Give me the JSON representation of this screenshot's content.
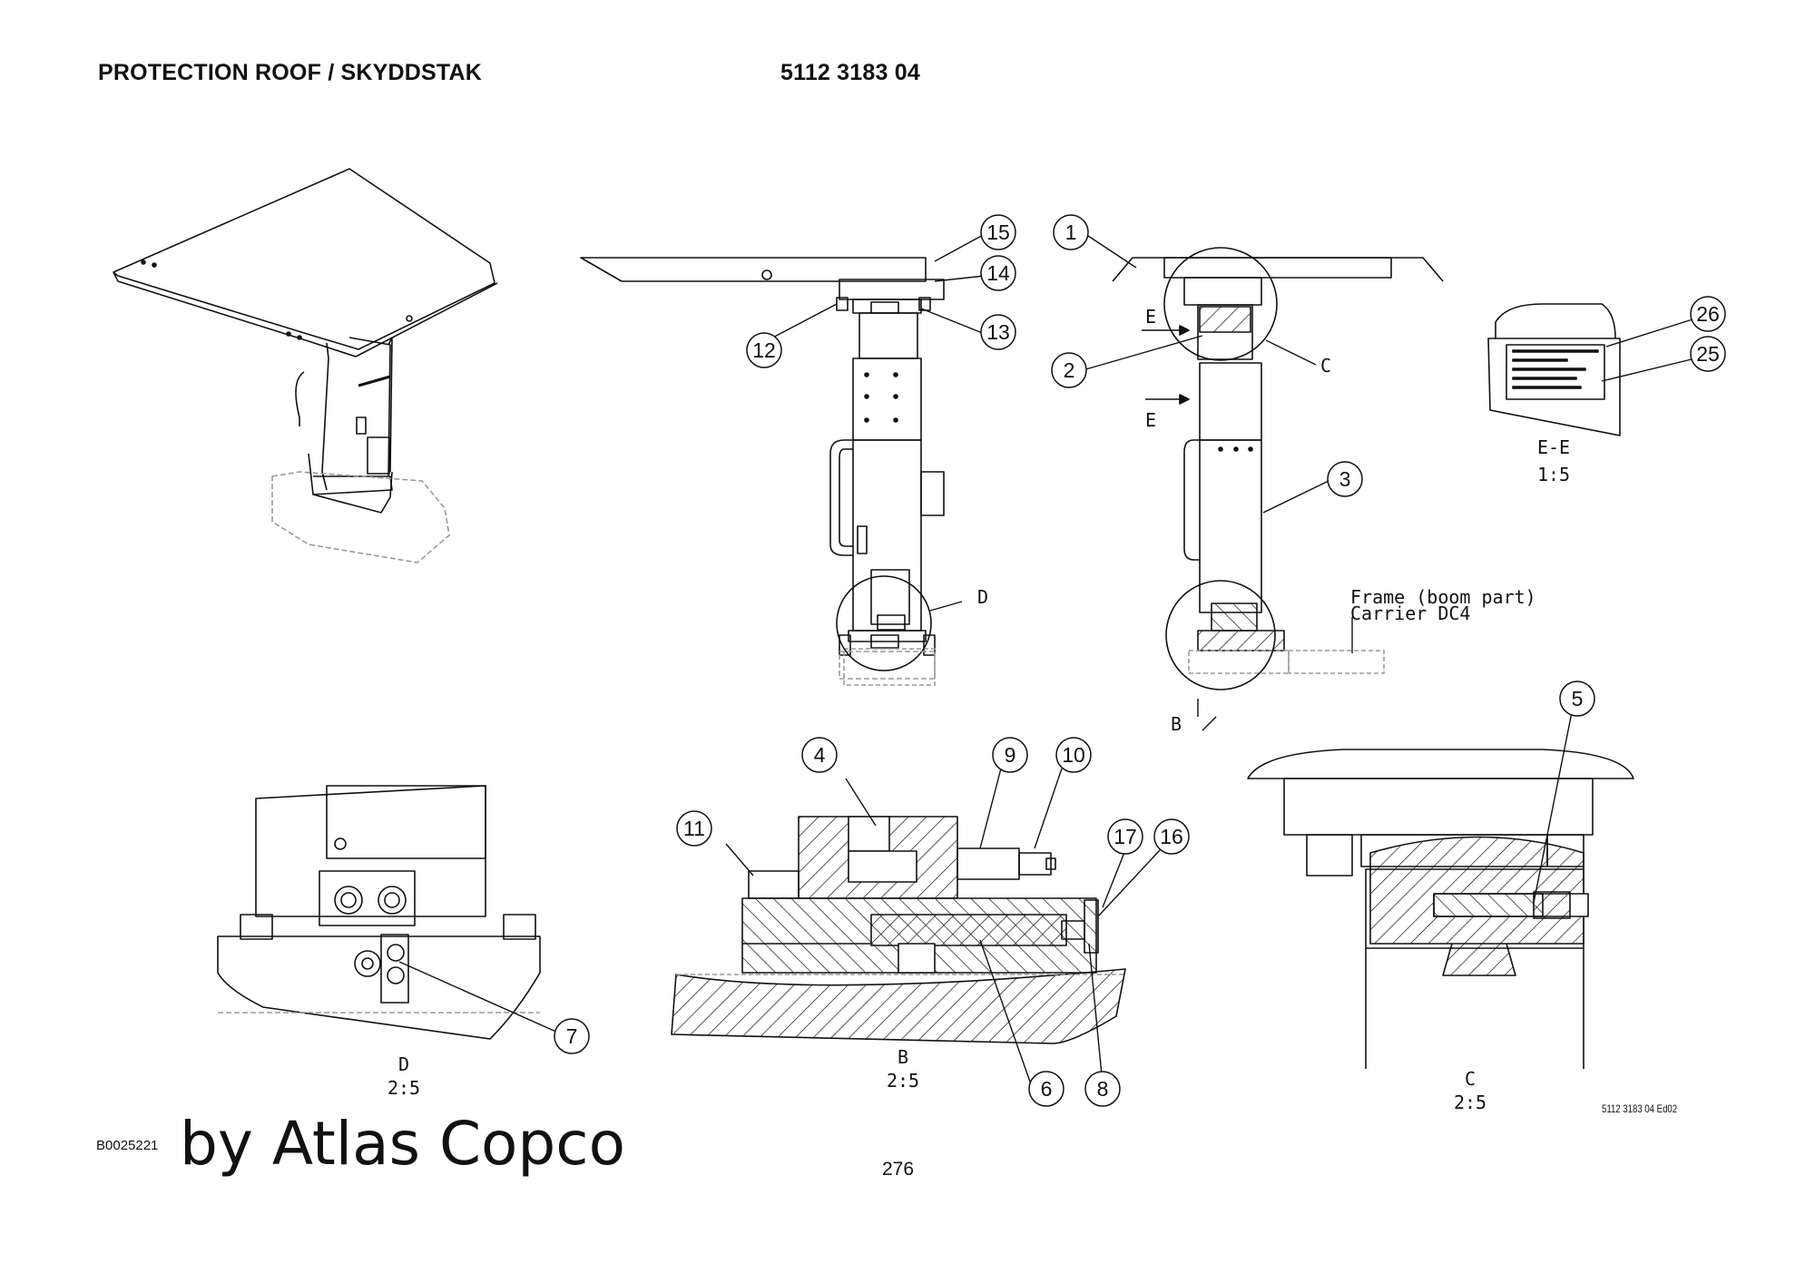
{
  "header": {
    "title": "PROTECTION ROOF / SKYDDSTAK",
    "part_number": "5112 3183 04"
  },
  "footer": {
    "image_code": "B0025221",
    "watermark": "by Atlas Copco",
    "page_number": "276",
    "edition": "5112 3183 04 Ed02"
  },
  "callouts": [
    "1",
    "2",
    "3",
    "4",
    "5",
    "6",
    "7",
    "8",
    "9",
    "10",
    "11",
    "12",
    "13",
    "14",
    "15",
    "16",
    "17",
    "25",
    "26"
  ],
  "section_marks": {
    "c_letter": "C",
    "d_letter": "D",
    "b_letter": "B",
    "e_letter_top": "E",
    "e_letter_bottom": "E"
  },
  "detail_views": {
    "ee_title": "E-E",
    "ee_scale": "1:5",
    "d_title": "D",
    "d_scale": "2:5",
    "b_title": "B",
    "b_scale": "2:5",
    "c_title": "C",
    "c_scale": "2:5"
  },
  "annotations": {
    "frame_line1": "Frame (boom part)",
    "frame_line2": "Carrier DC4"
  },
  "colors": {
    "ink": "#111111",
    "ghost": "#9a9a9a",
    "background": "#ffffff"
  }
}
